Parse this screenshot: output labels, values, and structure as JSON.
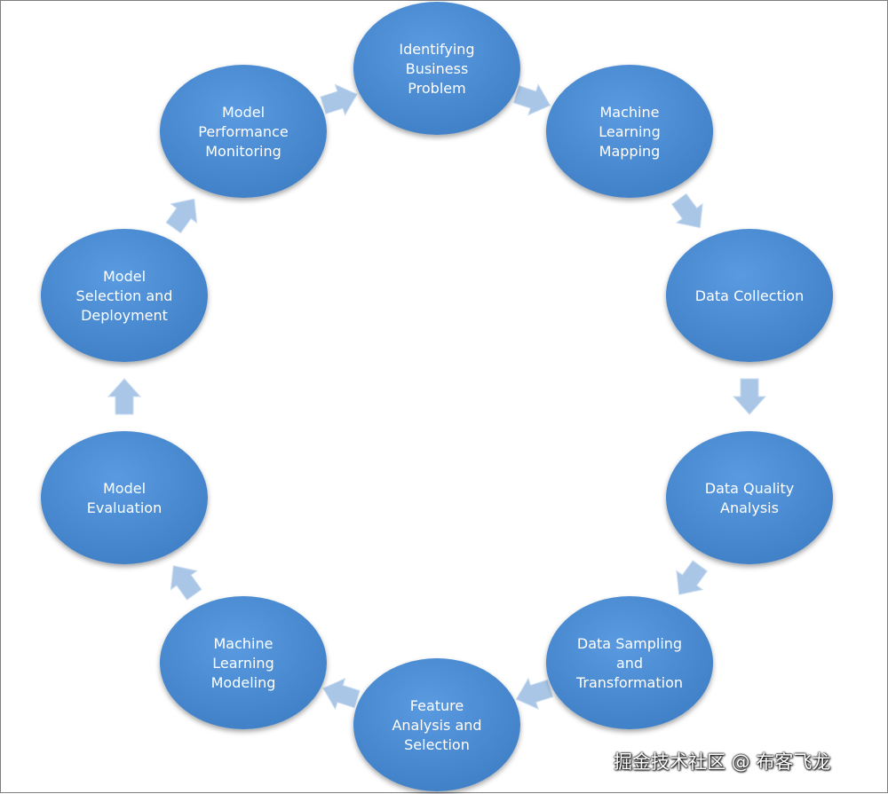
{
  "diagram": {
    "type": "cycle",
    "node_color": "#4a89cf",
    "arrow_color": "#a9c6e6",
    "text_color": "#ffffff",
    "nodes": [
      {
        "id": "identify",
        "lines": [
          "Identifying",
          "Business",
          "Problem"
        ]
      },
      {
        "id": "ml-mapping",
        "lines": [
          "Machine",
          "Learning",
          "Mapping"
        ]
      },
      {
        "id": "data-collection",
        "lines": [
          "Data Collection"
        ]
      },
      {
        "id": "data-quality",
        "lines": [
          "Data Quality",
          "Analysis"
        ]
      },
      {
        "id": "data-sampling",
        "lines": [
          "Data Sampling",
          "and",
          "Transformation"
        ]
      },
      {
        "id": "feature-analysis",
        "lines": [
          "Feature",
          "Analysis and",
          "Selection"
        ]
      },
      {
        "id": "ml-modeling",
        "lines": [
          "Machine",
          "Learning",
          "Modeling"
        ]
      },
      {
        "id": "model-evaluation",
        "lines": [
          "Model",
          "Evaluation"
        ]
      },
      {
        "id": "model-selection",
        "lines": [
          "Model",
          "Selection and",
          "Deployment"
        ]
      },
      {
        "id": "performance-monitoring",
        "lines": [
          "Model",
          "Performance",
          "Monitoring"
        ]
      }
    ]
  },
  "watermark": "掘金技术社区 @ 布客飞龙"
}
